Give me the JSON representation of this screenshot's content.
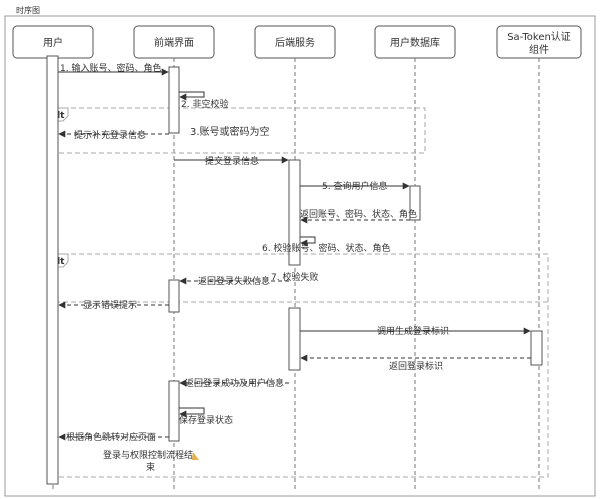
{
  "page_title": "时序图",
  "participants": [
    {
      "id": "user",
      "label": "用户"
    },
    {
      "id": "frontend",
      "label": "前端界面"
    },
    {
      "id": "backend",
      "label": "后端服务"
    },
    {
      "id": "db",
      "label": "用户数据库"
    },
    {
      "id": "satoken",
      "label": "Sa-Token认证\n组件"
    }
  ],
  "fragments": [
    {
      "id": "alt1",
      "keyword": "alt"
    },
    {
      "id": "alt2",
      "keyword": "alt"
    }
  ],
  "messages": [
    {
      "id": "m1",
      "text": "1. 输入账号、密码、角色",
      "from": "user",
      "to": "frontend",
      "style": "solid"
    },
    {
      "id": "m2",
      "text": "2. 非空校验",
      "from": "frontend",
      "to": "frontend",
      "style": "self"
    },
    {
      "id": "m3",
      "text": "提示补充登录信息",
      "from": "frontend",
      "to": "user",
      "style": "dashed"
    },
    {
      "id": "m4",
      "text": "提交登录信息",
      "from": "frontend",
      "to": "backend",
      "style": "solid"
    },
    {
      "id": "m5",
      "text": "5. 查询用户信息",
      "from": "backend",
      "to": "db",
      "style": "solid"
    },
    {
      "id": "m6",
      "text": "返回账号、密码、状态、角色",
      "from": "db",
      "to": "backend",
      "style": "dashed"
    },
    {
      "id": "m7",
      "text": "6. 校验账号、密码、状态、角色",
      "from": "backend",
      "to": "backend",
      "style": "self"
    },
    {
      "id": "m8",
      "text": "返回登录失败信息",
      "from": "backend",
      "to": "frontend",
      "style": "dashed"
    },
    {
      "id": "m9",
      "text": "显示错误提示",
      "from": "frontend",
      "to": "user",
      "style": "dashed"
    },
    {
      "id": "m10",
      "text": "调用生成登录标识",
      "from": "backend",
      "to": "satoken",
      "style": "solid"
    },
    {
      "id": "m11",
      "text": "返回登录标识",
      "from": "satoken",
      "to": "backend",
      "style": "dashed"
    },
    {
      "id": "m12",
      "text": "返回登录成功及用户信息",
      "from": "backend",
      "to": "frontend",
      "style": "dashed"
    },
    {
      "id": "m13",
      "text": "保存登录状态",
      "from": "frontend",
      "to": "frontend",
      "style": "self"
    },
    {
      "id": "m14",
      "text": "根据角色跳转对应页面",
      "from": "frontend",
      "to": "user",
      "style": "dashed"
    }
  ],
  "notes": [
    {
      "id": "n1",
      "text": "3.账号或密码为空"
    },
    {
      "id": "n2",
      "text": "7. 校验失败"
    },
    {
      "id": "n3",
      "line1": "登录与权限控制流程结",
      "line2": "束"
    }
  ]
}
